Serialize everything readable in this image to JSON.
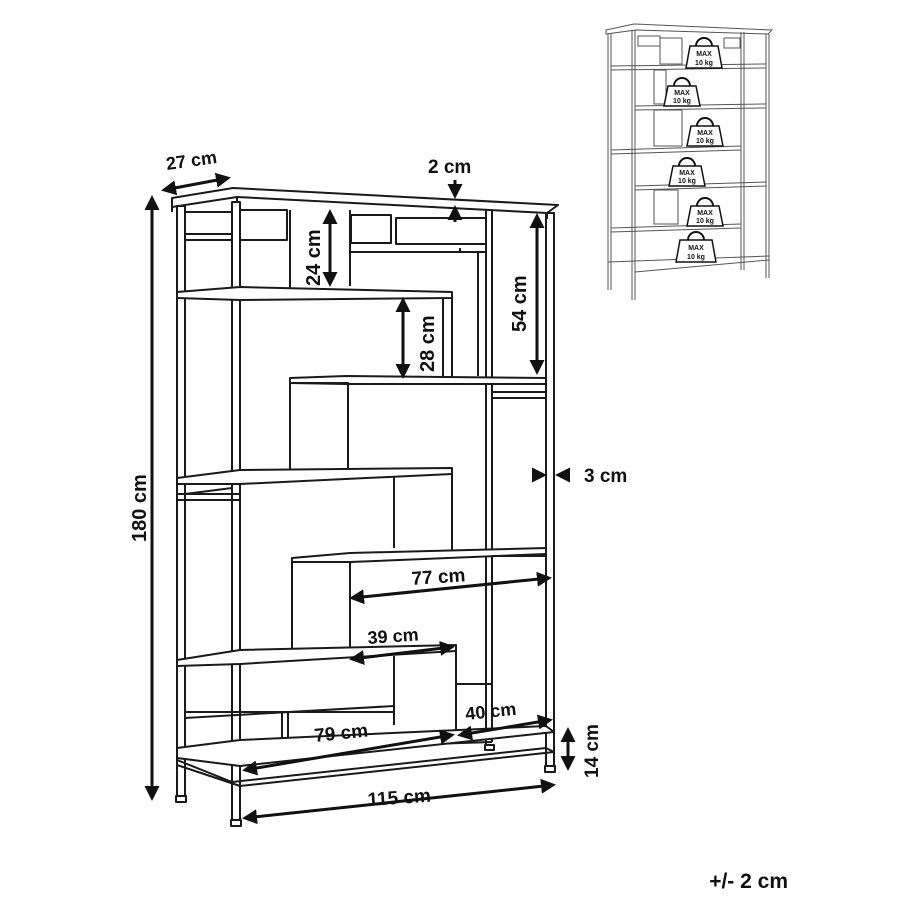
{
  "dimensions": {
    "depth": "27 cm",
    "top_thickness": "2 cm",
    "height_24": "24 cm",
    "height_54": "54 cm",
    "height_28": "28 cm",
    "height_total": "180 cm",
    "post": "3 cm",
    "width_77": "77 cm",
    "width_39": "39 cm",
    "width_40": "40 cm",
    "width_79": "79 cm",
    "width_total": "115 cm",
    "foot_height": "14 cm"
  },
  "load_labels": [
    {
      "max": "MAX",
      "weight": "10 kg"
    },
    {
      "max": "MAX",
      "weight": "10 kg"
    },
    {
      "max": "MAX",
      "weight": "10 kg"
    },
    {
      "max": "MAX",
      "weight": "10 kg"
    },
    {
      "max": "MAX",
      "weight": "10 kg"
    },
    {
      "max": "MAX",
      "weight": "10 kg"
    }
  ],
  "tolerance": "+/- 2 cm",
  "colors": {
    "line": "#1a1a1a",
    "background": "#ffffff"
  }
}
